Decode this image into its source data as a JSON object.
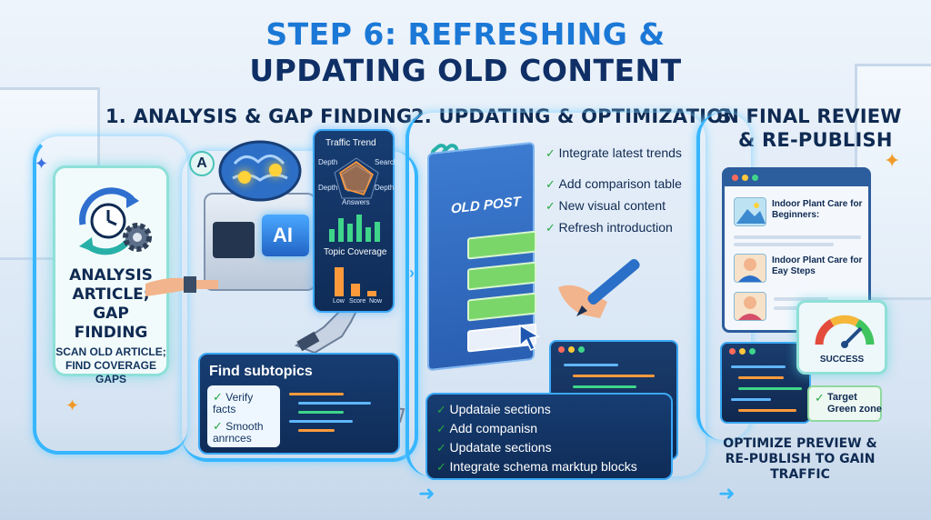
{
  "title": {
    "line1": "STEP 6: REFRESHING &",
    "line2": "UPDATING OLD CONTENT"
  },
  "columns": [
    {
      "heading": "1. ANALYSIS & GAP FINDING",
      "card_title": "ANALYSIS ARTICLE; GAP FINDING",
      "card_text": "SCAN OLD ARTICLE; FIND COVERAGE GAPS",
      "ai_label": "AI",
      "badge_letter": "A",
      "traffic_panel": {
        "title": "Traffic Trend",
        "radar_labels": [
          "Depth",
          "Search",
          "Depth",
          "Depth",
          "Answers"
        ]
      },
      "topic_panel": {
        "title": "Topic Coverage",
        "axis_labels": [
          "Low",
          "Score",
          "Now"
        ]
      },
      "subtopics": {
        "heading": "Find subtopics",
        "items": [
          "Verify facts",
          "Smooth anrnces"
        ]
      }
    },
    {
      "heading": "2. UPDATING & OPTIMIZATION",
      "post_label": "OLD POST",
      "checklist": [
        "Integrate latest trends",
        "Add comparison table",
        "New visual content",
        "Refresh introduction"
      ],
      "update_box": [
        "Updataie sections",
        "Add companisn",
        "Updatate sections",
        "Integrate schema marktup blocks"
      ]
    },
    {
      "heading_line1": "3. FINAL REVIEW",
      "heading_line2": "& RE-PUBLISH",
      "browser_titles": [
        "Indoor Plant Care for Beginners:",
        "Indoor Plant Care for Eay Steps"
      ],
      "gauge_label": "SUCCESS",
      "target_label": "Target Green zone",
      "final_note": "OPTIMIZE PREVIEW & RE-PUBLISH TO GAIN TRAFFIC"
    }
  ],
  "colors": {
    "title_blue": "#1b78d6",
    "title_navy": "#0f2f66",
    "glow": "#37b6ff",
    "check_green": "#27a844",
    "panel_dark": "#0f2c57"
  },
  "icons": [
    "clock-arrows-icon",
    "gear-icon",
    "brain-icon",
    "lightbulb-icon",
    "robot-hand-icon",
    "chain-link-icon",
    "pen-icon",
    "cursor-icon",
    "gauge-icon",
    "sparkle-icon"
  ]
}
